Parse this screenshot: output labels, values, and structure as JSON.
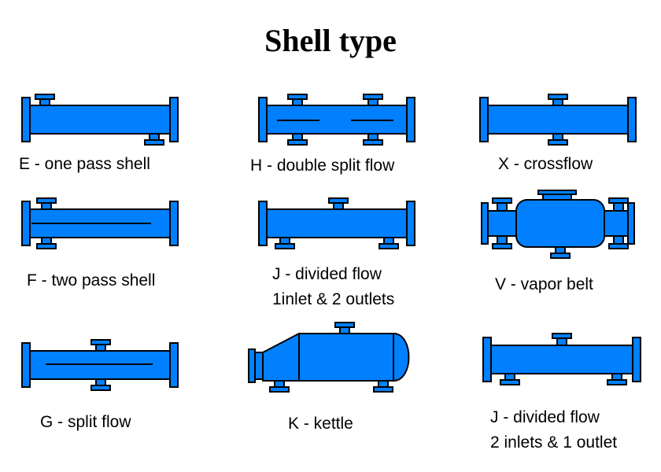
{
  "title": "Shell type",
  "colors": {
    "shell": "#0080ff",
    "outline": "#000000",
    "background": "#ffffff"
  },
  "shells": [
    {
      "code": "E",
      "label": "E - one pass shell"
    },
    {
      "code": "H",
      "label": "H - double split flow"
    },
    {
      "code": "X",
      "label": "X - crossflow"
    },
    {
      "code": "F",
      "label": "F - two pass shell"
    },
    {
      "code": "J1",
      "label_line1": "J - divided flow",
      "label_line2": "1inlet & 2 outlets"
    },
    {
      "code": "V",
      "label": "V - vapor belt"
    },
    {
      "code": "G",
      "label": "G - split flow"
    },
    {
      "code": "K",
      "label": "K - kettle"
    },
    {
      "code": "J2",
      "label_line1": "J - divided flow",
      "label_line2": "2 inlets & 1 outlet"
    }
  ]
}
